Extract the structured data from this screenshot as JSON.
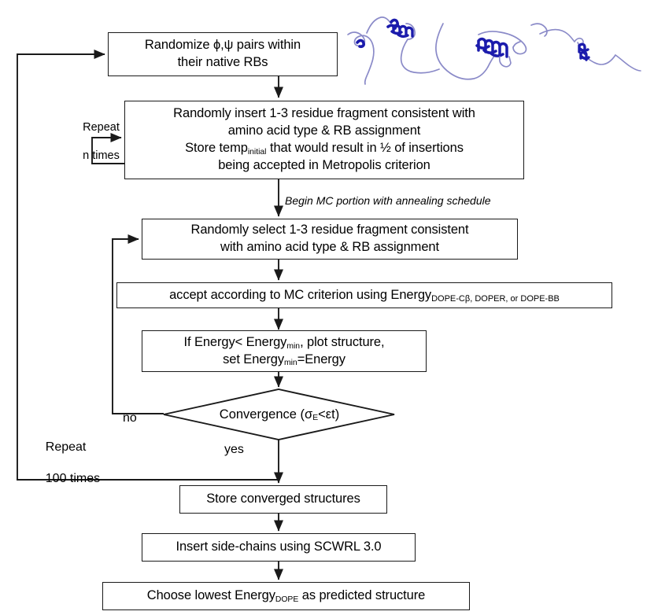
{
  "figure": {
    "type": "flowchart",
    "title": "Protein structure prediction Monte Carlo flowchart",
    "background_color": "#ffffff",
    "line_color": "#1a1a1a",
    "text_color": "#000000"
  },
  "nodes": {
    "randomize": {
      "line1": "Randomize ϕ,ψ pairs within",
      "line2": "their native RBs"
    },
    "insert_fragment": {
      "line1": "Randomly insert 1-3 residue fragment consistent with",
      "line2": "amino acid type & RB assignment",
      "line3_a": "Store temp",
      "line3_sub": "initial",
      "line3_b": " that would result in ½ of insertions",
      "line4": "being accepted in Metropolis criterion"
    },
    "select_fragment": {
      "line1": "Randomly select 1-3 residue fragment consistent",
      "line2": "with amino acid type & RB assignment"
    },
    "accept": {
      "text_a": "accept according to MC criterion using Energy",
      "text_sub": "DOPE-Cβ, DOPER, or DOPE-BB"
    },
    "energy_min": {
      "line1_a": "If Energy< Energy",
      "line1_sub": "min",
      "line1_b": ", plot structure,",
      "line2_a": "set Energy",
      "line2_sub": "min",
      "line2_b": "=Energy"
    },
    "convergence": {
      "text_a": "Convergence (σ",
      "text_sub": "E",
      "text_b": "<εt)"
    },
    "store_converged": {
      "text": "Store converged structures"
    },
    "side_chains": {
      "text": "Insert side-chains using SCWRL 3.0"
    },
    "choose_lowest": {
      "text_a": "Choose lowest Energy",
      "text_sub": "DOPE",
      "text_b": " as predicted structure"
    }
  },
  "edge_labels": {
    "repeat_n_line1": "Repeat",
    "repeat_n_line2": "n times",
    "begin_mc": "Begin MC portion with annealing schedule",
    "no": "no",
    "yes": "yes",
    "repeat_100_line1": "Repeat",
    "repeat_100_line2": "100 times"
  },
  "illustration": {
    "name": "protein-ribbon-structures",
    "count": 3,
    "loop_color": "#8a8ac8",
    "helix_color": "#1b1bac"
  }
}
